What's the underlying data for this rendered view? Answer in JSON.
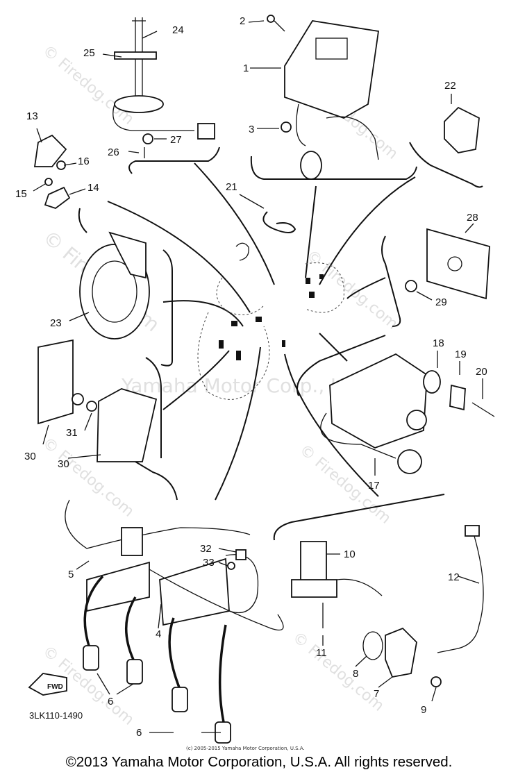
{
  "callouts": [
    {
      "id": "c24",
      "label": "24"
    },
    {
      "id": "c25",
      "label": "25"
    },
    {
      "id": "c2",
      "label": "2"
    },
    {
      "id": "c1",
      "label": "1"
    },
    {
      "id": "c3",
      "label": "3"
    },
    {
      "id": "c13",
      "label": "13"
    },
    {
      "id": "c16",
      "label": "16"
    },
    {
      "id": "c15",
      "label": "15"
    },
    {
      "id": "c14",
      "label": "14"
    },
    {
      "id": "c26",
      "label": "26"
    },
    {
      "id": "c27",
      "label": "27"
    },
    {
      "id": "c22",
      "label": "22"
    },
    {
      "id": "c21",
      "label": "21"
    },
    {
      "id": "c28",
      "label": "28"
    },
    {
      "id": "c29",
      "label": "29"
    },
    {
      "id": "c23",
      "label": "23"
    },
    {
      "id": "c18",
      "label": "18"
    },
    {
      "id": "c19",
      "label": "19"
    },
    {
      "id": "c20",
      "label": "20"
    },
    {
      "id": "c30a",
      "label": "30"
    },
    {
      "id": "c31",
      "label": "31"
    },
    {
      "id": "c30b",
      "label": "30"
    },
    {
      "id": "c17",
      "label": "17"
    },
    {
      "id": "c10",
      "label": "10"
    },
    {
      "id": "c32",
      "label": "32"
    },
    {
      "id": "c33",
      "label": "33"
    },
    {
      "id": "c5",
      "label": "5"
    },
    {
      "id": "c12",
      "label": "12"
    },
    {
      "id": "c4",
      "label": "4"
    },
    {
      "id": "c11",
      "label": "11"
    },
    {
      "id": "c8",
      "label": "8"
    },
    {
      "id": "c7",
      "label": "7"
    },
    {
      "id": "c9",
      "label": "9"
    },
    {
      "id": "c6a",
      "label": "6"
    },
    {
      "id": "c6b",
      "label": "6"
    }
  ],
  "reference_code": "3LK110-1490",
  "fwd_label": "FWD",
  "small_credit": "(c) 2005-2015 Yamaha Motor Corporation, U.S.A.",
  "watermarks": {
    "firedog": "© Firedog.com",
    "yamaha": "Yamaha Motor Corp., U.S.A."
  },
  "copyright": "©2013 Yamaha Motor Corporation, U.S.A. All rights reserved."
}
